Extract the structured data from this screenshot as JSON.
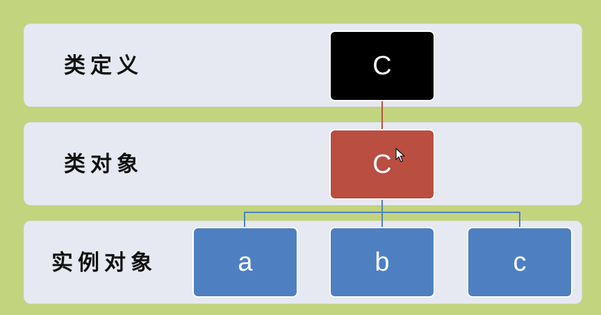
{
  "rows": {
    "class_definition": "类定义",
    "class_object": "类对象",
    "instance_objects": "实例对象"
  },
  "nodes": {
    "class_definition": "C",
    "class_object": "C",
    "instance_a": "a",
    "instance_b": "b",
    "instance_c": "c"
  },
  "colors": {
    "background": "#c3d47f",
    "band": "#e6e9f1",
    "class_definition_fill": "#000000",
    "class_object_fill": "#b94e41",
    "instance_fill": "#4e80c1",
    "definition_connector": "#b94e41",
    "instance_connector": "#4e80c1"
  },
  "icons": {
    "pointer": "mouse-cursor-icon"
  }
}
